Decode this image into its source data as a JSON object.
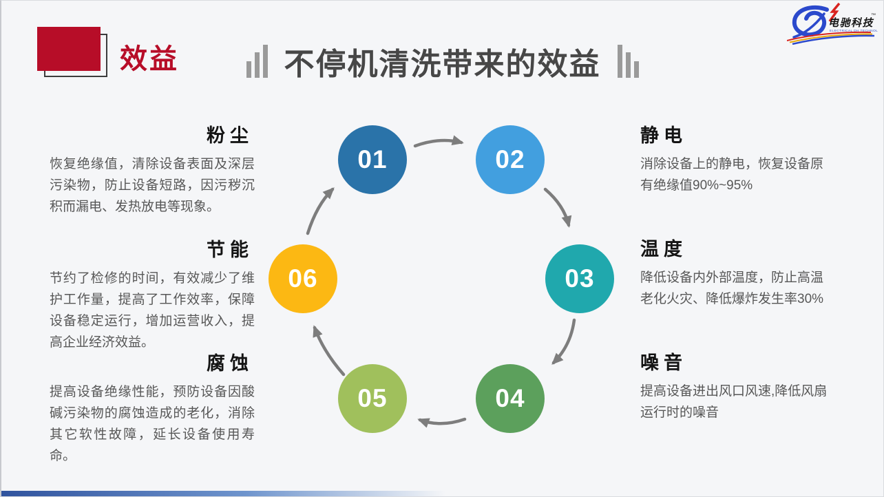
{
  "slide": {
    "background_color": "#f5f6f8",
    "header": {
      "badge_label": "效益",
      "accent_color": "#b70d28"
    },
    "title": {
      "text": "不停机清洗带来的效益",
      "color": "#474747"
    },
    "logo": {
      "brand": "电驰科技",
      "trademark": "™",
      "subtitle": "ELECTRICAL DH TECHNOLOGY",
      "swoosh_color": "#2b49cc",
      "bolt_color": "#d8231f"
    },
    "left_items": [
      {
        "heading": "粉尘",
        "body": "恢复绝缘值，清除设备表面及深层污染物，防止设备短路，因污秽沉积而漏电、发热放电等现象。"
      },
      {
        "heading": "节能",
        "body": "节约了检修的时间，有效减少了维护工作量，提高了工作效率，保障设备稳定运行，增加运营收入，提高企业经济效益。"
      },
      {
        "heading": "腐蚀",
        "body": "提高设备绝缘性能，预防设备因酸碱污染物的腐蚀造成的老化，消除其它软性故障，延长设备使用寿命。"
      }
    ],
    "right_items": [
      {
        "heading": "静电",
        "body": "消除设备上的静电，恢复设备原有绝缘值90%~95%"
      },
      {
        "heading": "温度",
        "body": "降低设备内外部温度，防止高温老化火灾、降低爆炸发生率30%"
      },
      {
        "heading": "噪音",
        "body": "提高设备进出风口风速,降低风扇运行时的噪音"
      }
    ],
    "cycle": {
      "arrow_color": "#7d7d7d",
      "steps": [
        {
          "number": "01",
          "color": "#2a73a9"
        },
        {
          "number": "02",
          "color": "#429fdf"
        },
        {
          "number": "03",
          "color": "#20a8ad"
        },
        {
          "number": "04",
          "color": "#5ca05c"
        },
        {
          "number": "05",
          "color": "#a0c05c"
        },
        {
          "number": "06",
          "color": "#fcb813"
        }
      ]
    },
    "footer_bar_colors": [
      "#30539e",
      "#6e94cd"
    ]
  }
}
